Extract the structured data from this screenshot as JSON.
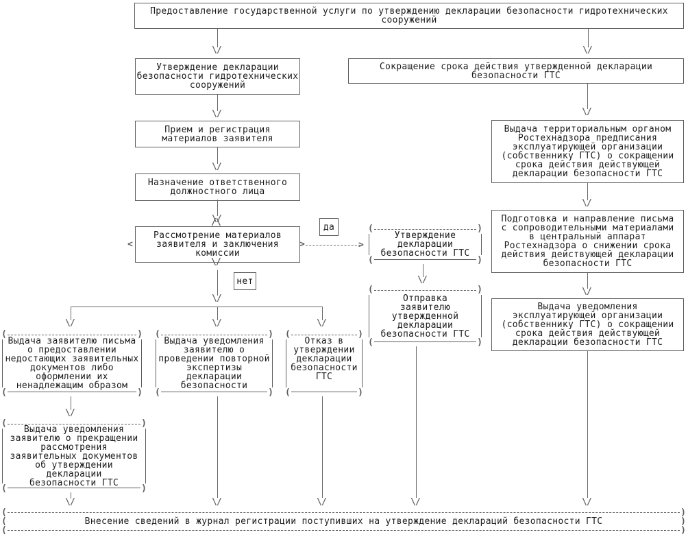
{
  "flowchart": {
    "nodes": {
      "title": "Предоставление государственной услуги по утверждению декларации безопасности гидротехнических\nсооружений",
      "approve_procedure": "Утверждение декларации\nбезопасности гидротехнических\nсооружений",
      "reception": "Прием и регистрация\nматериалов заявителя",
      "assign_official": "Назначение ответственного\nдолжностного лица",
      "review_decision": "Рассмотрение материалов\nзаявителя и заключения\nкомиссии",
      "approve_gts": "Утверждение\nдекларации\nбезопасности ГТС",
      "send_declaration": "Отправка\nзаявителю\nутвержденной\nдекларации\nбезопасности ГТС",
      "reduce_term": "Сокращение срока действия утвержденной декларации\nбезопасности ГТС",
      "issue_order": "Выдача территориальным органом\nРостехнадзора предписания\nэксплуатирующей организации\n(собственнику ГТС) о сокращении\nсрока действия действующей\nдекларации безопасности ГТС",
      "prepare_letter": "Подготовка и направление письма\nс сопроводительными материалами\nв центральный аппарат\nРостехнадзора о снижении срока\nдействия действующей декларации\nбезопасности ГТС",
      "notice_reduction": "Выдача уведомления\nэксплуатирующей организации\n(собственнику ГТС) о сокращении\nсрока действия действующей\nдекларации безопасности ГТС",
      "letter_missing_docs": "Выдача заявителю письма\nо предоставлении\nнедостающих заявительных\nдокументов либо\nоформлении их\nненадлежащим образом",
      "repeat_expertise": "Выдача уведомления\nзаявителю о\nпроведении повторной\nэкспертизы\nдекларации\nбезопасности",
      "refusal": "Отказ в\nутверждении\nдекларации\nбезопасности\nГТС",
      "termination": "Выдача уведомления\nзаявителю о прекращении\nрассмотрения\nзаявительных документов\nоб утверждении декларации\nбезопасности ГТС",
      "journal": "Внесение сведений в журнал регистрации поступивших на утверждение деклараций безопасности ГТС"
    },
    "edge_labels": {
      "yes": "да",
      "no": "нет"
    },
    "icons": {
      "arrow_down": "\\/",
      "arrow_right": ">",
      "diamond_left": "<",
      "diamond_right": ">",
      "diamond_top": "/\\",
      "diamond_bottom": "\\/"
    },
    "colors": {
      "line": "#5c5c5c",
      "text": "#1c1c1c",
      "background": "#ffffff"
    }
  }
}
